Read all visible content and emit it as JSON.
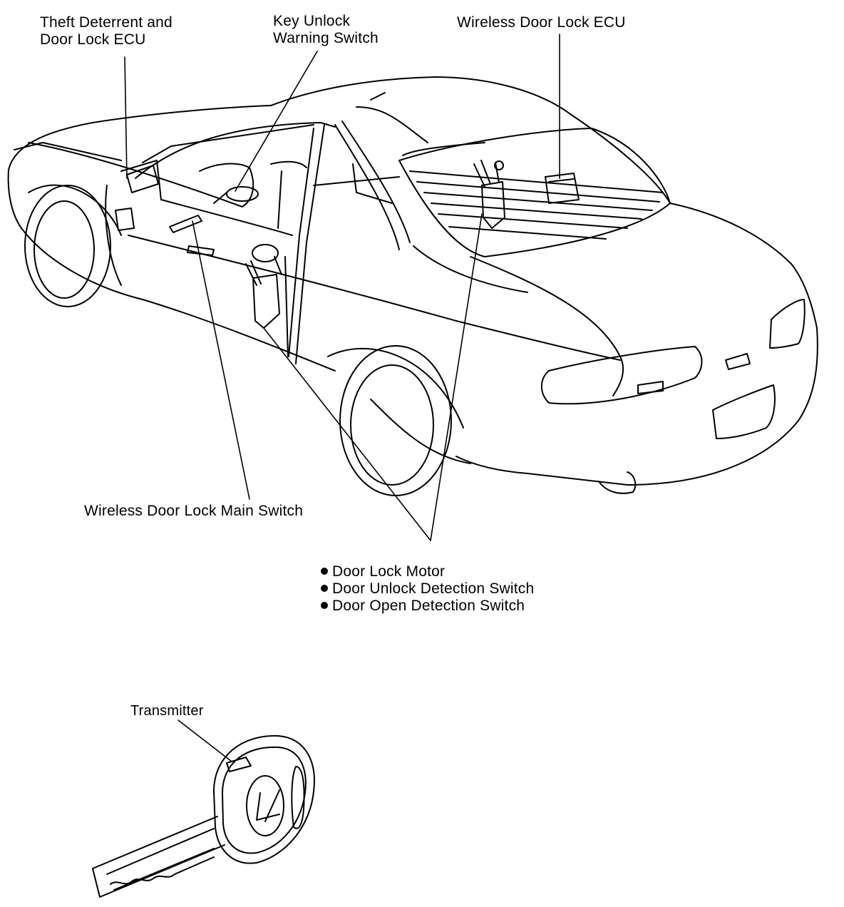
{
  "labels": {
    "theft_ecu": [
      "Theft Deterrent and",
      "Door Lock ECU"
    ],
    "key_unlock": [
      "Key Unlock",
      "Warning Switch"
    ],
    "wireless_ecu": "Wireless Door Lock ECU",
    "main_switch": "Wireless Door Lock Main Switch",
    "door_items": [
      "Door Lock Motor",
      "Door Unlock Detection Switch",
      "Door Open Detection Switch"
    ],
    "transmitter": "Transmitter"
  },
  "colors": {
    "line": "#000000",
    "background": "#ffffff"
  },
  "icons": [
    "bullet-dot-icon",
    "lexus-emblem-icon"
  ]
}
